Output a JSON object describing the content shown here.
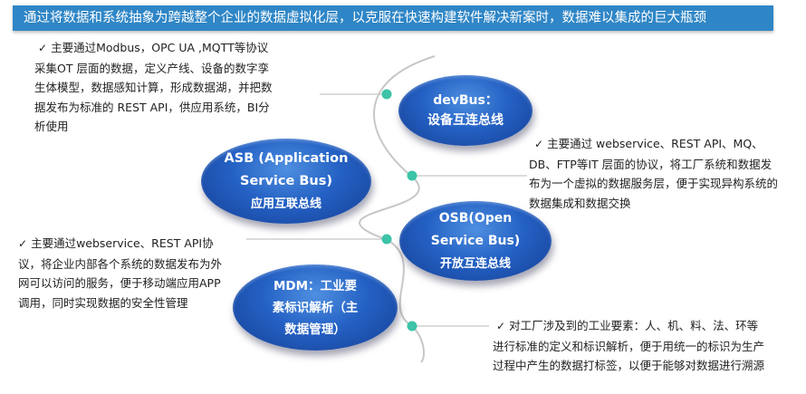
{
  "banner": {
    "text": "通过将数据和系统抽象为跨越整个企业的数据虚拟化层，以克服在快速构建软件解决新案时，数据难以集成的巨大瓶颈",
    "color": "#2f86c6"
  },
  "colors": {
    "connector": "#3cc3a8",
    "curve": "#c7c7c7",
    "ellipse_core": "#2461c4"
  },
  "nodes": [
    {
      "id": "devbus",
      "lines": [
        "devBus：",
        "设备互连总线"
      ]
    },
    {
      "id": "asb",
      "lines": [
        "ASB (Application",
        "Service Bus)",
        "应用互联总线"
      ]
    },
    {
      "id": "osb",
      "lines": [
        "OSB(Open",
        "Service Bus)",
        "开放互连总线"
      ]
    },
    {
      "id": "mdm",
      "lines": [
        "MDM：工业要",
        "素标识解析（主",
        "数据管理）"
      ]
    }
  ],
  "descriptions": {
    "devbus": {
      "check": "✓",
      "lines": [
        "主要通过Modbus，OPC UA ,MQTT等协议",
        "采集OT 层面的数据，定义产线、设备的数字孪",
        "生体模型，数据感知计算，形成数据湖，并把数",
        "据发布为标准的 REST API，供应用系统，BI分",
        "析使用"
      ]
    },
    "osb": {
      "check": "✓",
      "lines": [
        "主要通过 webservice、REST API、MQ、",
        "DB、FTP等IT 层面的协议，将工厂系统和数据发",
        "布为一个虚拟的数据服务层，便于实现异构系统的",
        "数据集成和数据交换"
      ]
    },
    "asb": {
      "check": "✓",
      "lines": [
        "主要通过webservice、REST API协",
        "议，将企业内部各个系统的数据发布为外",
        "网可以访问的服务，便于移动端应用APP",
        "调用，同时实现数据的安全性管理"
      ]
    },
    "mdm": {
      "check": "✓",
      "lines": [
        "对工厂涉及到的工业要素：人、机、料、法、环等",
        "进行标准的定义和标识解析，便于用统一的标识为生产",
        "过程中产生的数据打标签，以便于能够对数据进行溯源"
      ]
    }
  }
}
